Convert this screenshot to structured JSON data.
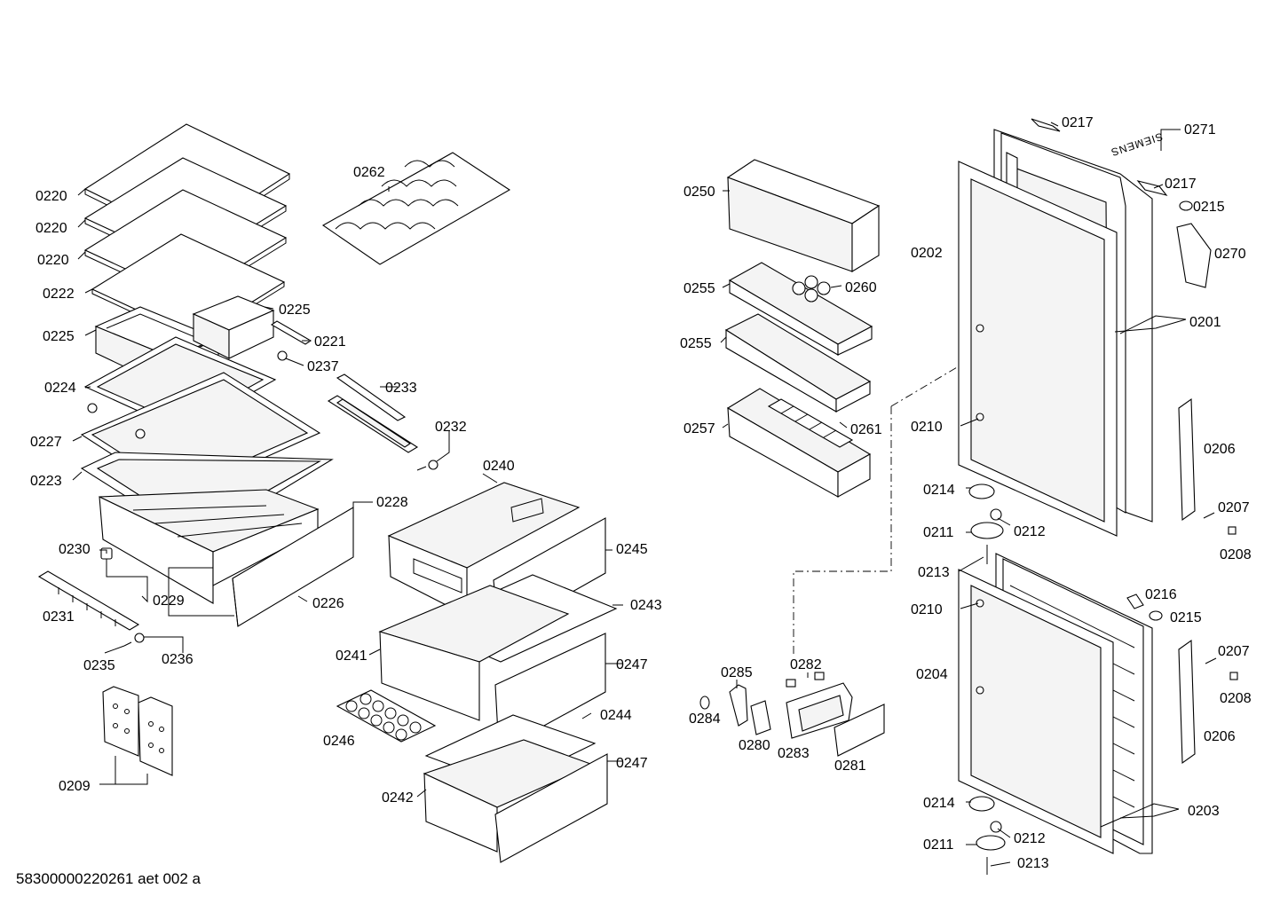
{
  "diagram": {
    "brand_text": "SIEMENS",
    "footer": "58300000220261 aet 002 a",
    "labels": {
      "l0220a": "0220",
      "l0220b": "0220",
      "l0220c": "0220",
      "l0222": "0222",
      "l0225a": "0225",
      "l0225b": "0225",
      "l0221": "0221",
      "l0237": "0237",
      "l0224": "0224",
      "l0227": "0227",
      "l0223": "0223",
      "l0228": "0228",
      "l0230": "0230",
      "l0229": "0229",
      "l0226": "0226",
      "l0231": "0231",
      "l0235": "0235",
      "l0236": "0236",
      "l0209": "0209",
      "l0262": "0262",
      "l0233": "0233",
      "l0232": "0232",
      "l0240": "0240",
      "l0245": "0245",
      "l0243": "0243",
      "l0241": "0241",
      "l0247a": "0247",
      "l0244": "0244",
      "l0246": "0246",
      "l0247b": "0247",
      "l0242": "0242",
      "l0250": "0250",
      "l0255a": "0255",
      "l0260": "0260",
      "l0255b": "0255",
      "l0257": "0257",
      "l0261": "0261",
      "l0285": "0285",
      "l0282": "0282",
      "l0284": "0284",
      "l0280": "0280",
      "l0283": "0283",
      "l0281": "0281",
      "l0217a": "0217",
      "l0271": "0271",
      "l0217b": "0217",
      "l0215a": "0215",
      "l0202": "0202",
      "l0270": "0270",
      "l0201": "0201",
      "l0210a": "0210",
      "l0206a": "0206",
      "l0214a": "0214",
      "l0211a": "0211",
      "l0212a": "0212",
      "l0207a": "0207",
      "l0208a": "0208",
      "l0213a": "0213",
      "l0216": "0216",
      "l0215b": "0215",
      "l0210b": "0210",
      "l0207b": "0207",
      "l0204": "0204",
      "l0208b": "0208",
      "l0206b": "0206",
      "l0214b": "0214",
      "l0203": "0203",
      "l0211b": "0211",
      "l0212b": "0212",
      "l0213b": "0213"
    }
  }
}
